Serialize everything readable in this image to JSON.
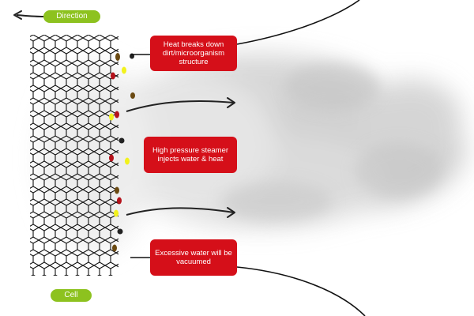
{
  "labels": {
    "direction": "Direction",
    "cell": "Cell",
    "heat_box": "Heat breaks down dirt/microorganism structure",
    "pressure_box": "High pressure steamer injects water & heat",
    "vacuum_box": "Excessive water will be vacuumed"
  },
  "colors": {
    "accent_green": "#8dc21f",
    "label_red": "#d50f19",
    "steam_gray": "#d6d6d6",
    "particle_dark_red": "#b5121b",
    "particle_yellow": "#f2f21c",
    "particle_brown": "#6b4a12",
    "particle_black": "#222222"
  },
  "icons": {
    "direction": "arrow-left-icon",
    "flow": "curved-arrow-right-icon",
    "mesh": "hexagon-mesh-icon",
    "steam": "steam-cloud-icon"
  }
}
